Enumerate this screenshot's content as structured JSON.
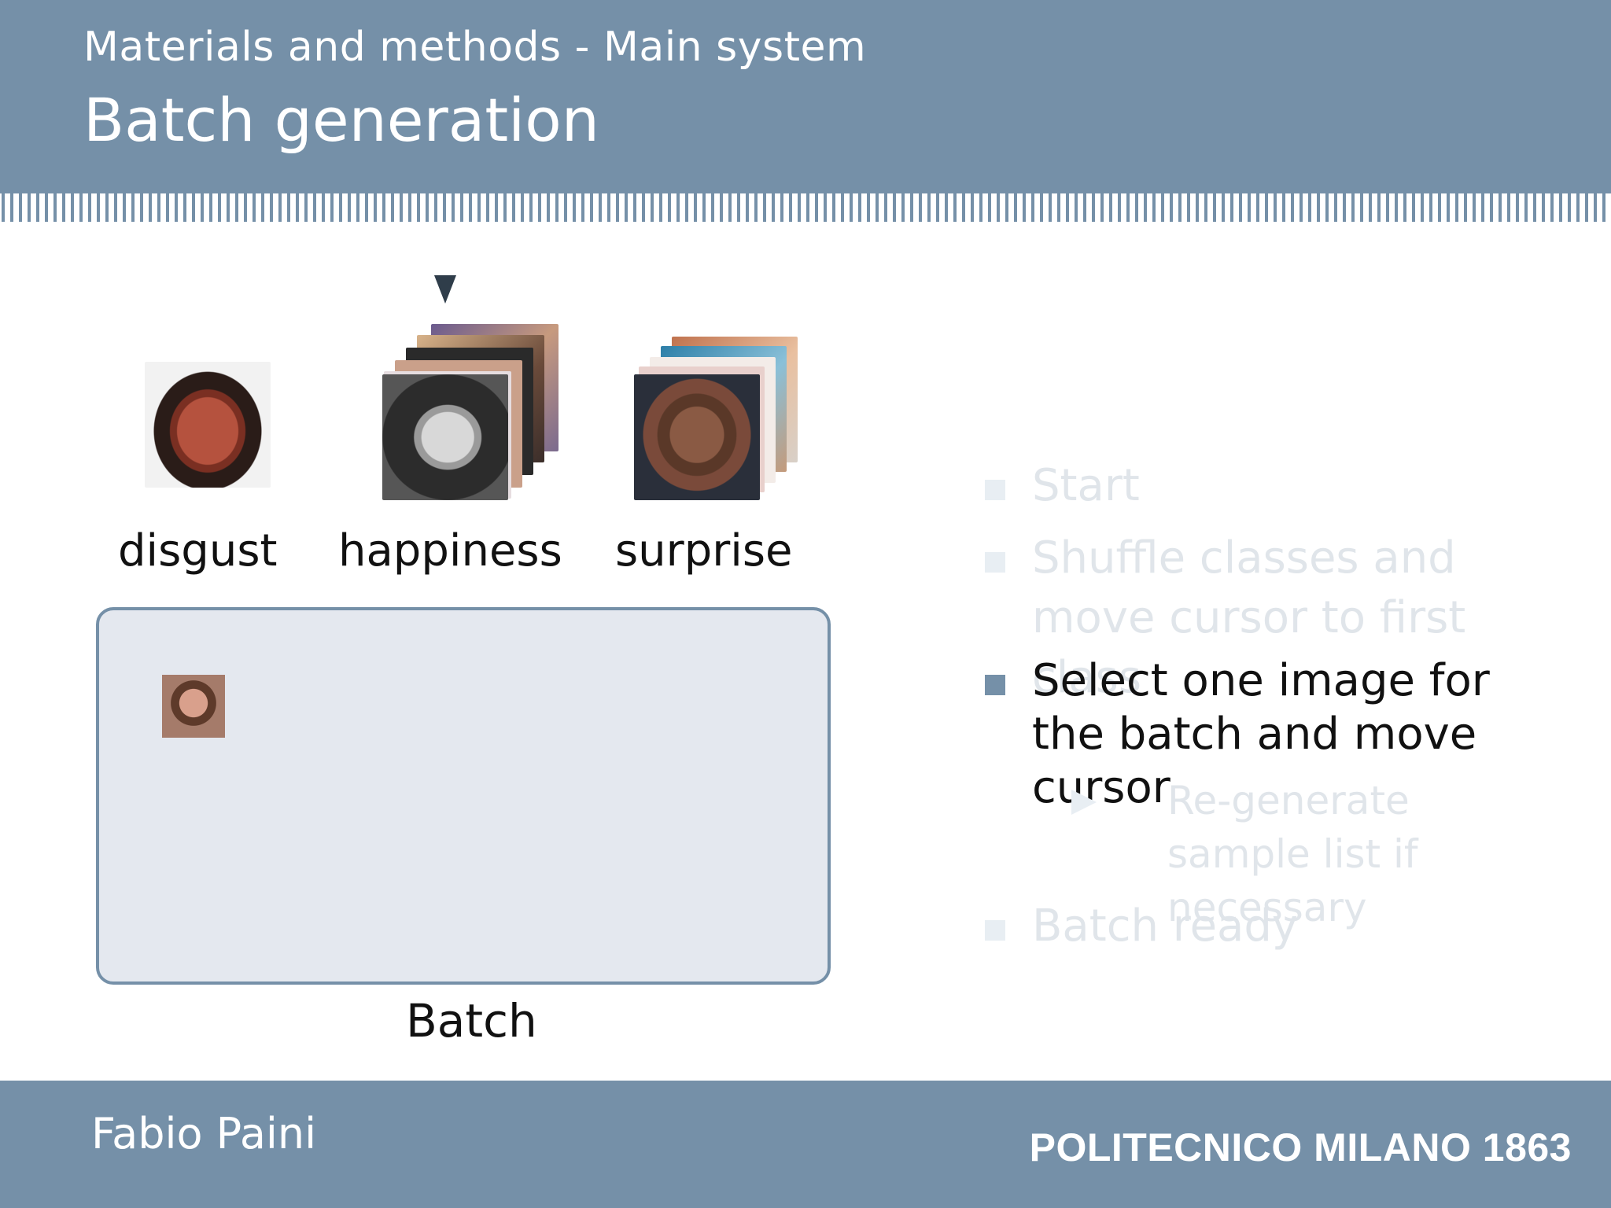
{
  "header": {
    "subtitle": "Materials and methods - Main system",
    "title": "Batch generation"
  },
  "classes": [
    {
      "label": "disgust"
    },
    {
      "label": "happiness"
    },
    {
      "label": "surprise"
    }
  ],
  "batch": {
    "label": "Batch"
  },
  "steps": [
    {
      "text": "Start",
      "state": "faded"
    },
    {
      "text": "Shuffle classes and move cursor to first class",
      "state": "faded"
    },
    {
      "text": "Select one image for the batch and move cursor",
      "state": "active"
    },
    {
      "text": "Re-generate sample list if necessary",
      "state": "faded",
      "level": 2
    },
    {
      "text": "Batch ready",
      "state": "faded"
    }
  ],
  "footer": {
    "author": "Fabio Paini",
    "brand": "POLITECNICO MILANO 1863"
  },
  "colors": {
    "bar": "#7590a8",
    "batch_fill": "#e4e8ef",
    "faded_text": "#e0e5ea"
  }
}
